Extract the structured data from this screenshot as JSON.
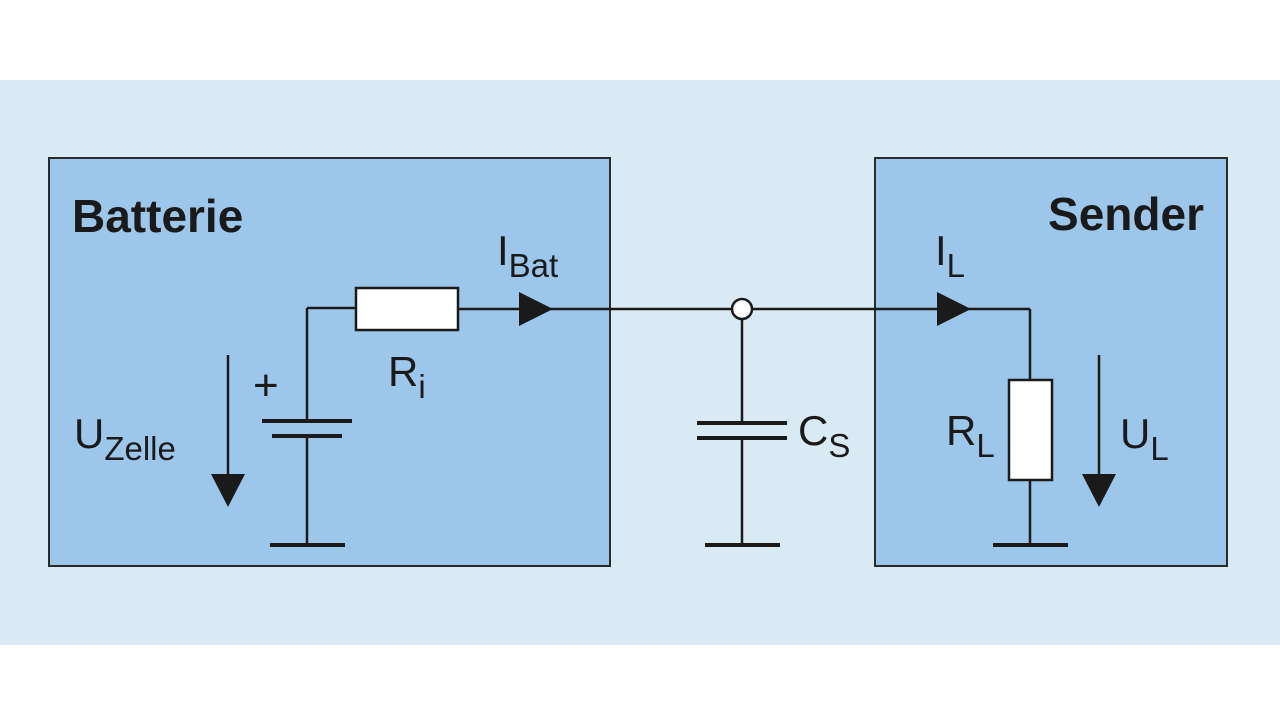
{
  "colors": {
    "page": "#ffffff",
    "panel": "#daeaf4",
    "block": "#9dc7ea",
    "block_border": "#2a2a2a",
    "line": "#1a1a1a",
    "component_fill": "#ffffff"
  },
  "battery": {
    "title": "Batterie",
    "voltage": {
      "symbol": "U",
      "subscript": "Zelle"
    },
    "plus_sign": "+",
    "resistor": {
      "symbol": "R",
      "subscript": "i"
    },
    "current": {
      "symbol": "I",
      "subscript": "Bat"
    }
  },
  "capacitor": {
    "symbol": "C",
    "subscript": "S"
  },
  "sender": {
    "title": "Sender",
    "current": {
      "symbol": "I",
      "subscript": "L"
    },
    "resistor": {
      "symbol": "R",
      "subscript": "L"
    },
    "voltage": {
      "symbol": "U",
      "subscript": "L"
    }
  }
}
